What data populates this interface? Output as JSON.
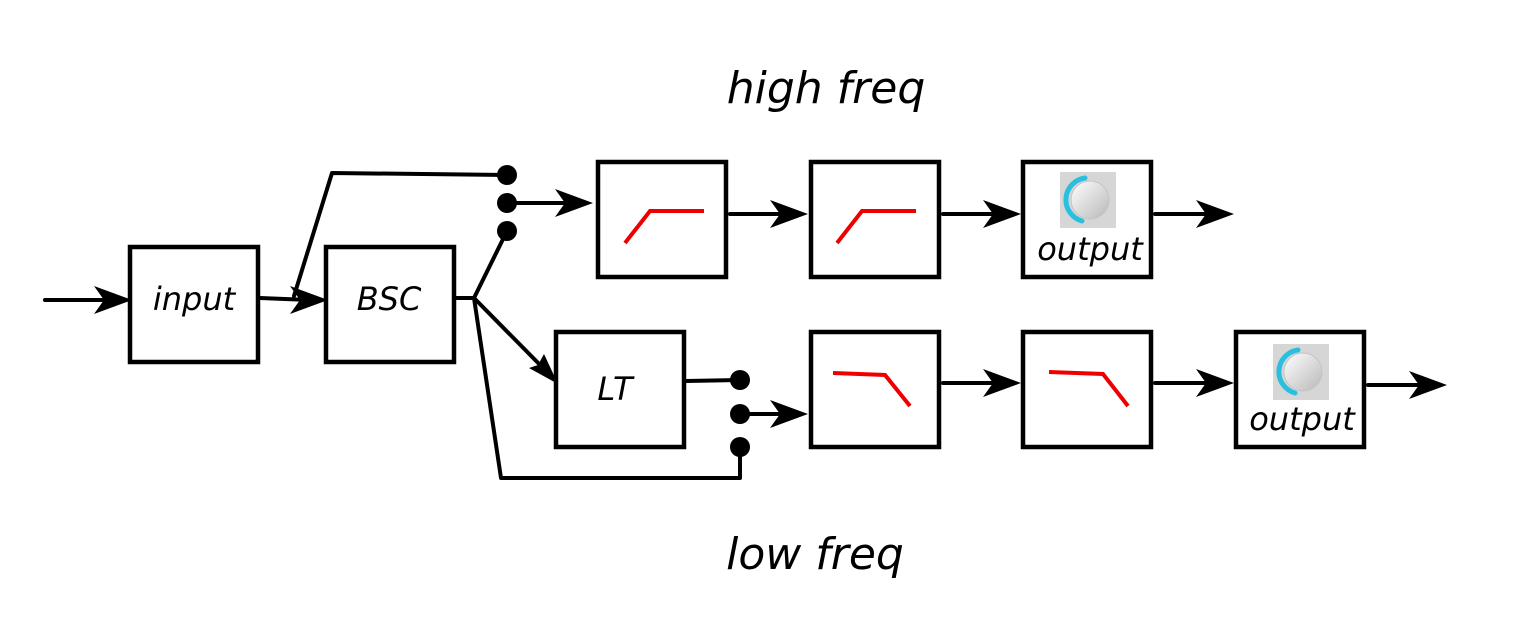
{
  "labels": {
    "high_band": "high freq",
    "low_band": "low freq",
    "input_block": "input",
    "bsc_block": "BSC",
    "lt_block": "LT",
    "high_output_block": "output",
    "low_output_block": "output"
  },
  "colors": {
    "line": "#000000",
    "filter_curve": "#ee0000",
    "knob_arc": "#29c0df",
    "knob_face": "#dcdcdc"
  },
  "icons": {
    "high_filter_1": "highpass-curve-icon",
    "high_filter_2": "highpass-curve-icon",
    "low_filter_1": "lowpass-curve-icon",
    "low_filter_2": "lowpass-curve-icon",
    "high_output": "volume-knob-icon",
    "low_output": "volume-knob-icon",
    "high_switch": "three-way-switch-icon",
    "low_switch": "three-way-switch-icon"
  }
}
